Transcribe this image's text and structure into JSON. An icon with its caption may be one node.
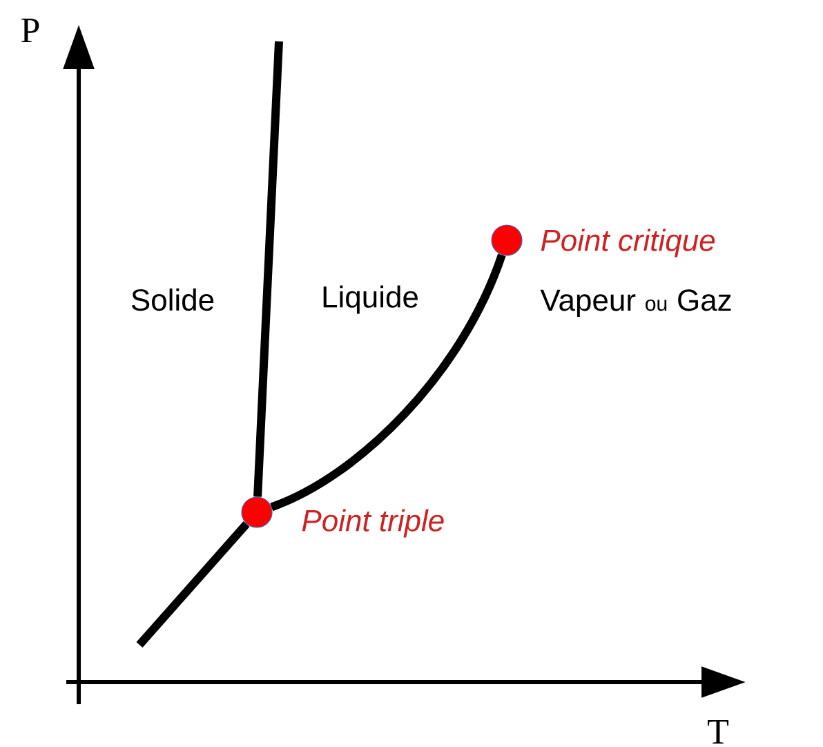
{
  "diagram": {
    "nodes": [
      {
        "text": [],
        "shape": "circle",
        "beside": [
          "Point triple"
        ]
      },
      {
        "text": [],
        "shape": "circle",
        "beside": [
          "Point critique"
        ]
      }
    ],
    "edges": [
      {
        "from": null,
        "to": 0,
        "arrow": "none"
      },
      {
        "from": 0,
        "to": null,
        "arrow": "none"
      },
      {
        "from": 0,
        "to": 1,
        "arrow": "none"
      }
    ],
    "labels": [
      "P",
      "T",
      "Solide",
      "Liquide",
      "Vapeur",
      "ou",
      "Gaz"
    ]
  }
}
